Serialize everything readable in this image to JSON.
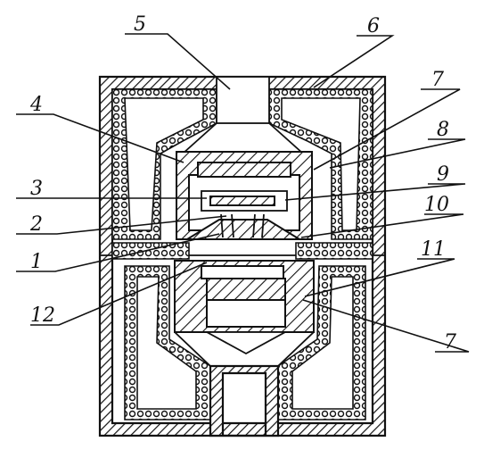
{
  "callouts": [
    {
      "id": "c5",
      "text": "5"
    },
    {
      "id": "c6",
      "text": "6"
    },
    {
      "id": "c7a",
      "text": "7"
    },
    {
      "id": "c4",
      "text": "4"
    },
    {
      "id": "c8",
      "text": "8"
    },
    {
      "id": "c3",
      "text": "3"
    },
    {
      "id": "c9",
      "text": "9"
    },
    {
      "id": "c2",
      "text": "2"
    },
    {
      "id": "c10",
      "text": "10"
    },
    {
      "id": "c1",
      "text": "1"
    },
    {
      "id": "c11",
      "text": "11"
    },
    {
      "id": "c12",
      "text": "12"
    },
    {
      "id": "c7b",
      "text": "7"
    }
  ]
}
